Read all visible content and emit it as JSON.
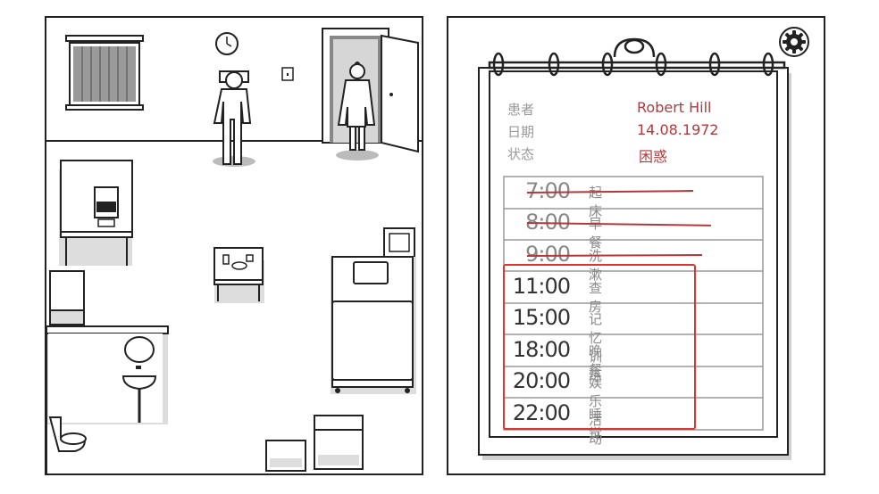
{
  "patient_card": {
    "labels": {
      "patient": "患者",
      "date": "日期",
      "status": "状态"
    },
    "values": {
      "patient": "Robert Hill",
      "date": "14.08.1972",
      "status": "困惑"
    }
  },
  "schedule": [
    {
      "time": "7:00",
      "task": "起床",
      "done": true
    },
    {
      "time": "8:00",
      "task": "早餐",
      "done": true
    },
    {
      "time": "9:00",
      "task": "洗漱",
      "done": true
    },
    {
      "time": "11:00",
      "task": "查房",
      "done": false
    },
    {
      "time": "15:00",
      "task": "记忆训练",
      "done": false
    },
    {
      "time": "18:00",
      "task": "晚餐",
      "done": false
    },
    {
      "time": "20:00",
      "task": "娱乐活动",
      "done": false
    },
    {
      "time": "22:00",
      "task": "睡觉",
      "done": false
    }
  ],
  "icons": {
    "settings": "gear-icon",
    "clock": "wall-clock-icon"
  },
  "colors": {
    "accent_red": "#b2393b",
    "highlight": "#e0332f",
    "ink": "#222222"
  }
}
